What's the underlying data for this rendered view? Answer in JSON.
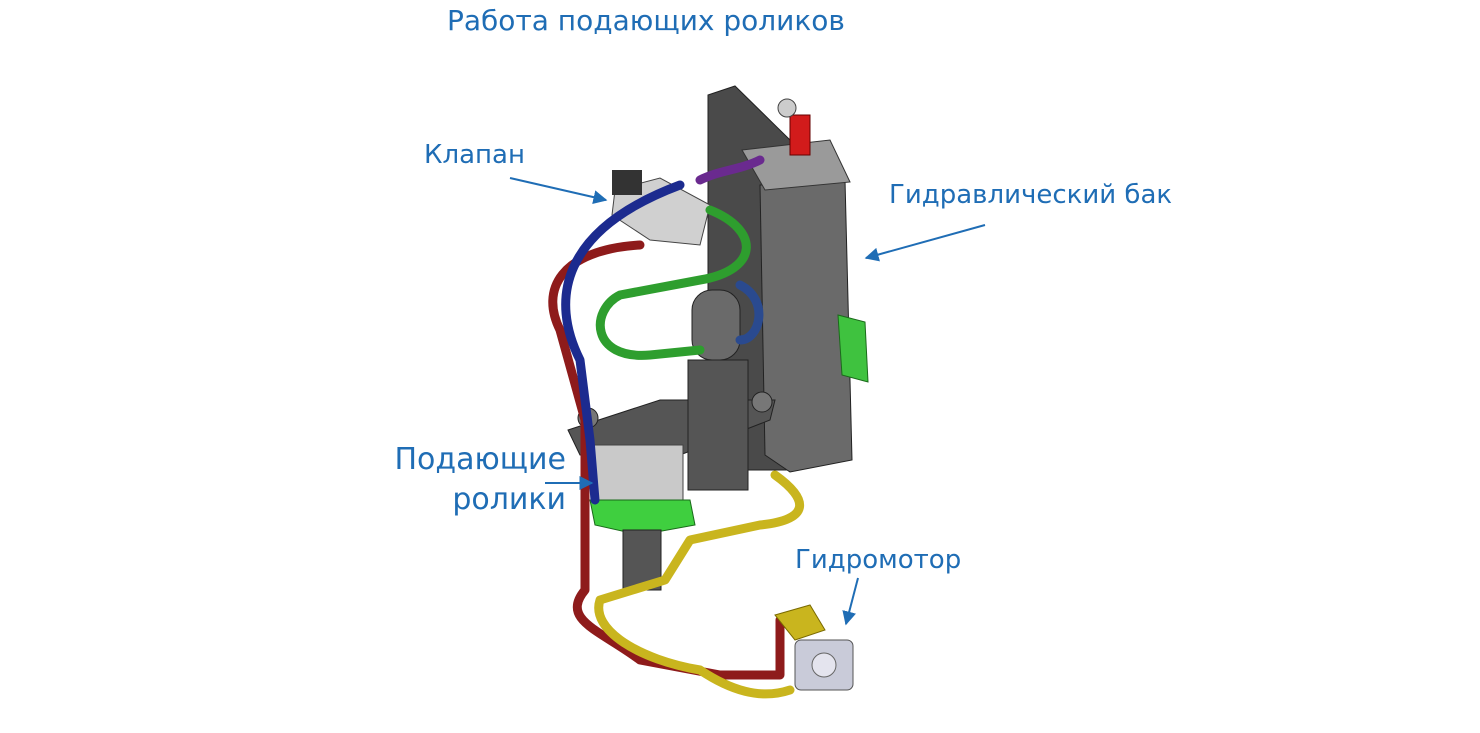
{
  "title": "Работа подающих роликов",
  "labels": {
    "valve": "Клапан",
    "tank": "Гидравлический бак",
    "rollers_line1": "Подающие",
    "rollers_line2": "ролики",
    "motor": "Гидромотор"
  },
  "colors": {
    "label": "#1f6db5",
    "hose_red": "#8e1b1b",
    "hose_blue": "#1c2b8f",
    "hose_green": "#2e9e2e",
    "hose_yellow": "#c9b51e",
    "metal": "#5a5a5a"
  }
}
